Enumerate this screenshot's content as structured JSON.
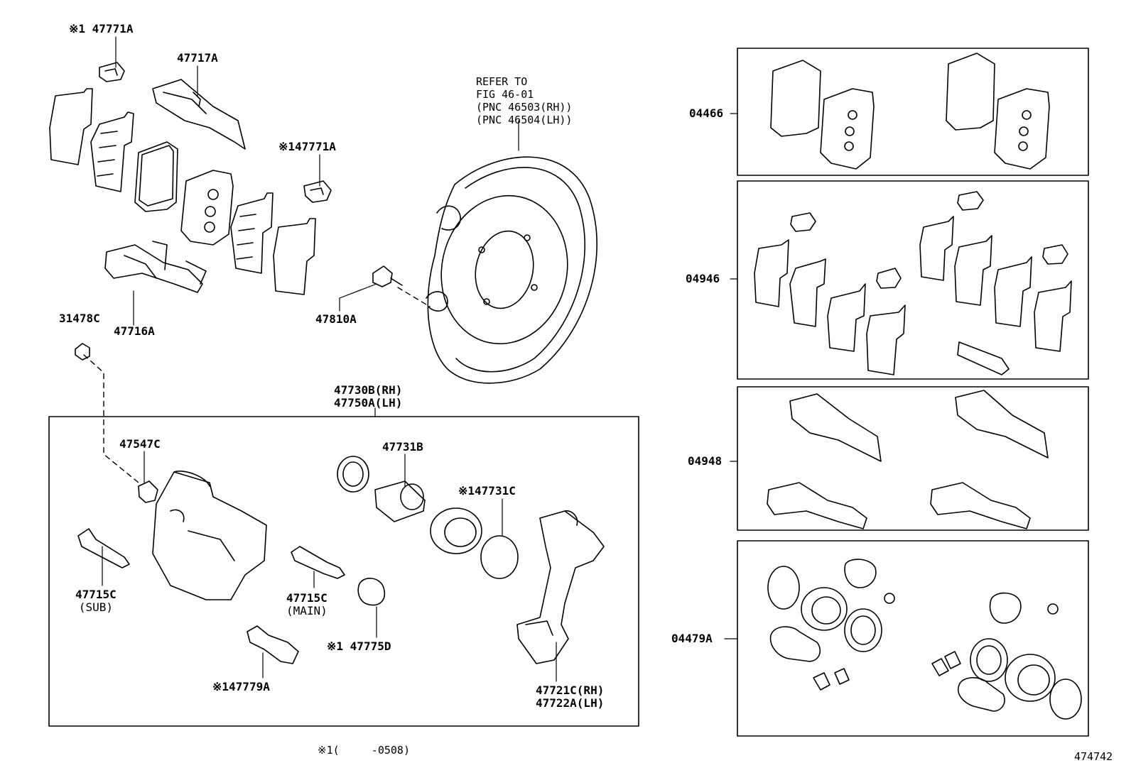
{
  "diagram": {
    "refer_note": [
      "REFER TO",
      "FIG 46-01",
      "(PNC 46503(RH))",
      "(PNC 46504(LH))"
    ],
    "parts": {
      "p47771a_top": "※1 47771A",
      "p47717a": "47717A",
      "p47771a_mid": "※147771A",
      "p47716a": "47716A",
      "p31478c": "31478C",
      "p47810a": "47810A",
      "p47730b": "47730B(RH)",
      "p47750a": "47750A(LH)",
      "p47547c": "47547C",
      "p47731b": "47731B",
      "p47731c": "※147731C",
      "p47715c_sub": "47715C",
      "p47715c_sub_note": "(SUB)",
      "p47715c_main": "47715C",
      "p47715c_main_note": "(MAIN)",
      "p47775d": "※1 47775D",
      "p47779a": "※147779A",
      "p47721c": "47721C(RH)",
      "p47722a": "47722A(LH)"
    },
    "kits": {
      "k04466": "04466",
      "k04946": "04946",
      "k04948": "04948",
      "k04479a": "04479A"
    },
    "footnote": "※1(     -0508)",
    "figure_number": "474742"
  }
}
